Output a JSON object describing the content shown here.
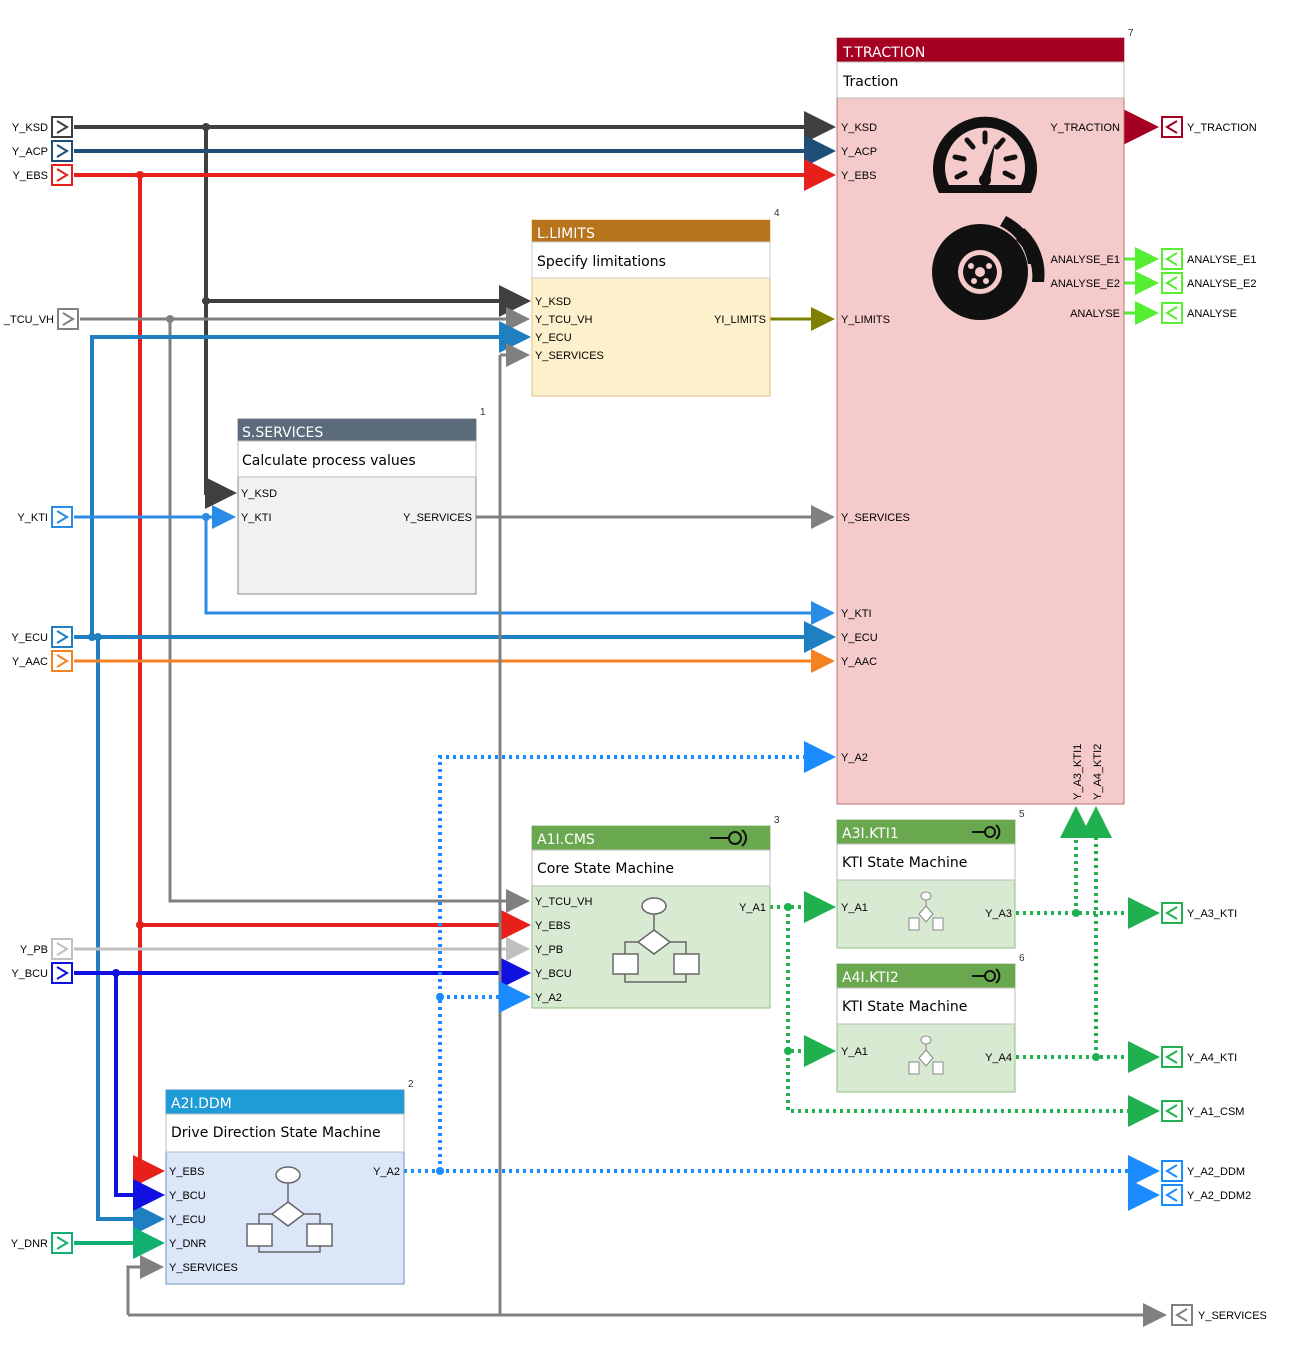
{
  "blocks": {
    "traction": {
      "id": "T.TRACTION",
      "desc": "Traction",
      "num": "7",
      "inputs": [
        "Y_KSD",
        "Y_ACP",
        "Y_EBS",
        "Y_LIMITS",
        "Y_SERVICES",
        "Y_KTI",
        "Y_ECU",
        "Y_AAC",
        "Y_A2"
      ],
      "outputs": [
        "Y_TRACTION",
        "ANALYSE_E1",
        "ANALYSE_E2",
        "ANALYSE"
      ],
      "bottom_inputs": [
        "Y_A3_KTI1",
        "Y_A4_KTI2"
      ]
    },
    "limits": {
      "id": "L.LIMITS",
      "desc": "Specify limitations",
      "num": "4",
      "inputs": [
        "Y_KSD",
        "Y_TCU_VH",
        "Y_ECU",
        "Y_SERVICES"
      ],
      "outputs": [
        "YI_LIMITS"
      ]
    },
    "services": {
      "id": "S.SERVICES",
      "desc": "Calculate process values",
      "num": "1",
      "inputs": [
        "Y_KSD",
        "Y_KTI"
      ],
      "outputs": [
        "Y_SERVICES"
      ]
    },
    "cms": {
      "id": "A1I.CMS",
      "desc": "Core State Machine",
      "num": "3",
      "inputs": [
        "Y_TCU_VH",
        "Y_EBS",
        "Y_PB",
        "Y_BCU",
        "Y_A2"
      ],
      "outputs": [
        "Y_A1"
      ]
    },
    "kti1": {
      "id": "A3I.KTI1",
      "desc": "KTI State Machine",
      "num": "5",
      "inputs": [
        "Y_A1"
      ],
      "outputs": [
        "Y_A3"
      ]
    },
    "kti2": {
      "id": "A4I.KTI2",
      "desc": "KTI State Machine",
      "num": "6",
      "inputs": [
        "Y_A1"
      ],
      "outputs": [
        "Y_A4"
      ]
    },
    "ddm": {
      "id": "A2I.DDM",
      "desc": "Drive Direction State Machine",
      "num": "2",
      "inputs": [
        "Y_EBS",
        "Y_BCU",
        "Y_ECU",
        "Y_DNR",
        "Y_SERVICES"
      ],
      "outputs": [
        "Y_A2"
      ]
    }
  },
  "inports": [
    "Y_KSD",
    "Y_ACP",
    "Y_EBS",
    "_TCU_VH",
    "Y_KTI",
    "Y_ECU",
    "Y_AAC",
    "Y_PB",
    "Y_BCU",
    "Y_DNR"
  ],
  "outports": [
    "Y_TRACTION",
    "ANALYSE_E1",
    "ANALYSE_E2",
    "ANALYSE",
    "Y_A3_KTI",
    "Y_A4_KTI",
    "Y_A1_CSM",
    "Y_A2_DDM",
    "Y_A2_DDM2",
    "Y_SERVICES"
  ],
  "colors": {
    "traction_header": "#a50021",
    "traction_body": "#f5caca",
    "limits_header": "#b7741c",
    "limits_body": "#fdf0cc",
    "services_header": "#5b6b7c",
    "services_body": "#f2f2f2",
    "sm_header": "#6aa84f",
    "sm_body": "#d9ead3",
    "ddm_header": "#1f9bd7",
    "ddm_body": "#dbe7f8",
    "ksd": "#404040",
    "acp": "#1f4e79",
    "ebs": "#e8201c",
    "tcu": "#808080",
    "kti": "#2b8ce8",
    "ecu": "#1f7fc0",
    "aac": "#f58220",
    "pb": "#c0c0c0",
    "bcu": "#1010e0",
    "dnr": "#10b070",
    "limits": "#7f7f00",
    "traction_out": "#a50021",
    "analyse": "#55ee30",
    "green_dot": "#20b050",
    "blue_dot": "#1a8cff"
  },
  "icons": [
    "speedometer-icon",
    "brake-disc-icon",
    "flowchart-icon",
    "interface-plug-icon"
  ]
}
